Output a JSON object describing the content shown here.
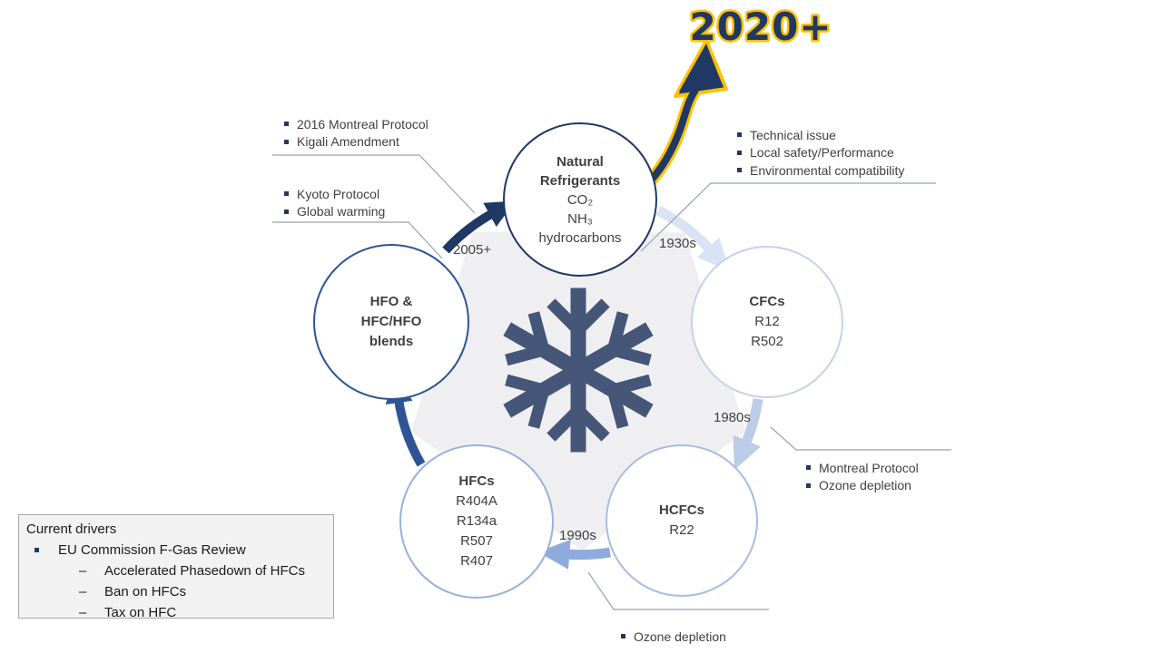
{
  "banner": {
    "label": "2020+"
  },
  "cycle": {
    "circles": [
      {
        "key": "natural-refrigerants",
        "title_lines": [
          "Natural",
          "Refrigerants"
        ],
        "items": [
          "CO₂",
          "NH₃",
          "hydrocarbons"
        ]
      },
      {
        "key": "cfcs",
        "title_lines": [
          "CFCs"
        ],
        "items": [
          "R12",
          "R502"
        ]
      },
      {
        "key": "hcfcs",
        "title_lines": [
          "HCFCs"
        ],
        "items": [
          "R22"
        ]
      },
      {
        "key": "hfcs",
        "title_lines": [
          "HFCs"
        ],
        "items": [
          "R404A",
          "R134a",
          "R507",
          "R407"
        ]
      },
      {
        "key": "hfo-blends",
        "title_lines": [
          "HFO &",
          "HFC/HFO",
          "blends"
        ],
        "items": []
      }
    ],
    "era_labels": [
      "1930s",
      "1980s",
      "1990s",
      "2005+"
    ]
  },
  "annotations": {
    "kigali": {
      "items": [
        "2016 Montreal Protocol",
        "Kigali Amendment"
      ]
    },
    "kyoto": {
      "items": [
        "Kyoto Protocol",
        "Global warming"
      ]
    },
    "natural_issues": {
      "items": [
        "Technical issue",
        "Local safety/Performance",
        "Environmental compatibility"
      ]
    },
    "montreal": {
      "items": [
        "Montreal Protocol",
        "Ozone depletion"
      ]
    },
    "ozone_bottom": {
      "items": [
        "Ozone depletion"
      ]
    }
  },
  "drivers_box": {
    "title": "Current drivers",
    "bullet": "EU Commission F-Gas Review",
    "dash_glyph": "–",
    "sub_items": [
      "Accelerated Phasedown of HFCs",
      "Ban on HFCs",
      "Tax on HFC"
    ]
  },
  "colors": {
    "navy": "#1F3864",
    "medium_blue": "#2F5496",
    "blue": "#8FAADC",
    "light_blue": "#BCCCE9",
    "lightest_blue": "#DAE3F3",
    "gold": "#FFC000",
    "text_gray": "#404040",
    "pentagon_gray": "#EFEFF1",
    "snowflake_blue": "#465679"
  }
}
